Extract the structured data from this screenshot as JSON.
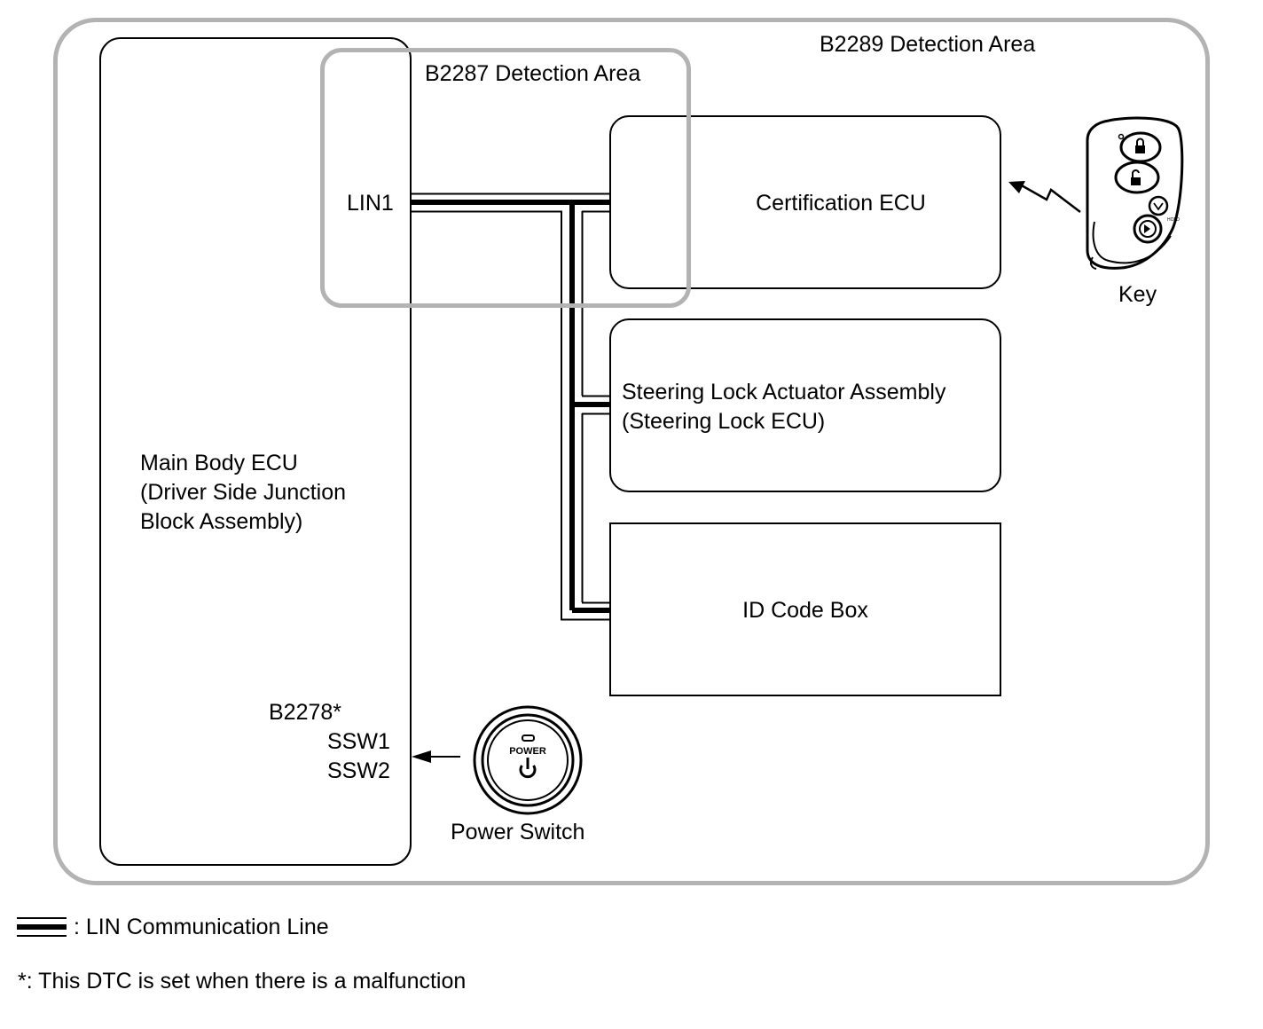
{
  "areas": {
    "outer": "B2289 Detection Area",
    "inner": "B2287 Detection Area"
  },
  "main_ecu": {
    "lines": [
      "Main Body ECU",
      "(Driver Side Junction",
      "Block Assembly)"
    ],
    "lin_terminal": "LIN1",
    "dtc": "B2278*",
    "ssw1": "SSW1",
    "ssw2": "SSW2"
  },
  "certification_ecu": "Certification ECU",
  "steering_lock": [
    "Steering Lock Actuator Assembly",
    "(Steering Lock ECU)"
  ],
  "id_code_box": "ID Code Box",
  "key": {
    "label": "Key",
    "hold_text": "HOLD"
  },
  "power_switch": {
    "label": "Power Switch",
    "button_text": "POWER"
  },
  "legend": {
    "lin_line": ": LIN Communication Line",
    "note": "*: This DTC is set when there is a malfunction"
  }
}
